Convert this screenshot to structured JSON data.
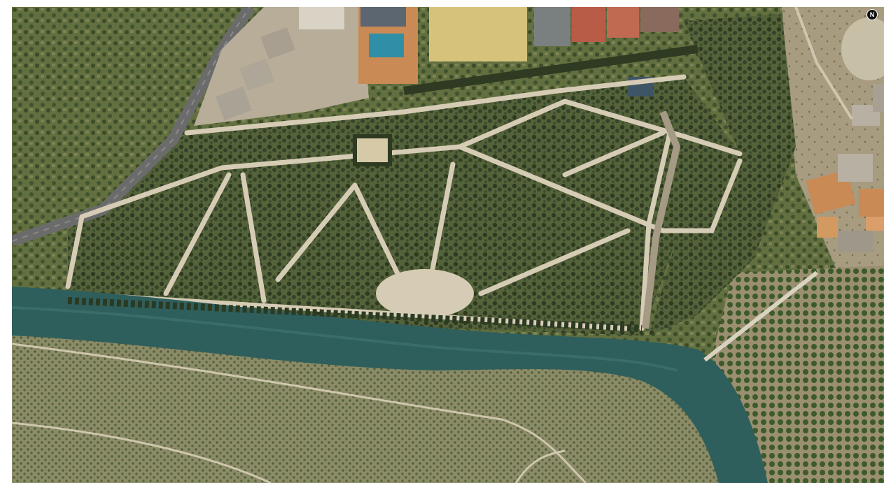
{
  "map": {
    "kind": "satellite-aerial-view",
    "north_indicator": "N"
  },
  "colors": {
    "river": "#2f5f5c",
    "river_highlight": "#3e726d",
    "park_ground": "#b8ad93",
    "path": "#d6ccb5",
    "tree_canopy": "#3f4c2e",
    "farmland": "#5d6b40",
    "orchard_light": "#8a8a63",
    "road": "#6b6b6b",
    "pool_water": "#2f8fa6",
    "sports_field": "#d6c27a",
    "tennis_court": "#b85c47",
    "roof_orange": "#c98a55",
    "building_gray": "#b8b0a2"
  },
  "features": [
    "river",
    "road",
    "park-paths",
    "sports-complex",
    "swimming-pool",
    "tennis-courts",
    "village-houses",
    "orchards"
  ]
}
